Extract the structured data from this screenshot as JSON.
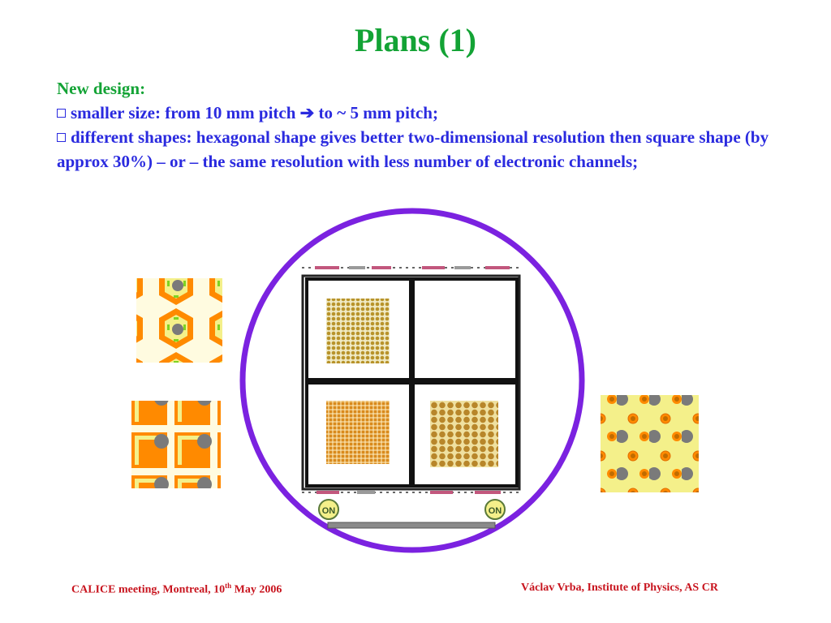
{
  "slide": {
    "title": "Plans (1)",
    "lead": "New design:",
    "bullets": [
      {
        "before_arrow": "smaller size: from 10 mm pitch",
        "arrow_icon": "right-arrow-icon",
        "after_arrow": "to ~ 5 mm pitch;"
      },
      {
        "text": "different shapes: hexagonal shape gives better two-dimensional resolution then square shape (by approx 30%) – or – the same resolution with less number of electronic channels;"
      }
    ]
  },
  "figure": {
    "ring_color": "#7b22e0",
    "logo_text": "ON"
  },
  "footer": {
    "left_a": "CALICE meeting, Montreal, 10",
    "left_sup": "th",
    "left_b": " May 2006",
    "right": "Václav Vrba, Institute of Physics, AS CR"
  },
  "colors": {
    "title": "#13a335",
    "body": "#2a2adf",
    "footer": "#c8141e",
    "pad_orange": "#ff8a00",
    "pad_yellow": "#f4f08a",
    "pad_gray": "#7a7a7a",
    "pad_green": "#7ed321"
  }
}
